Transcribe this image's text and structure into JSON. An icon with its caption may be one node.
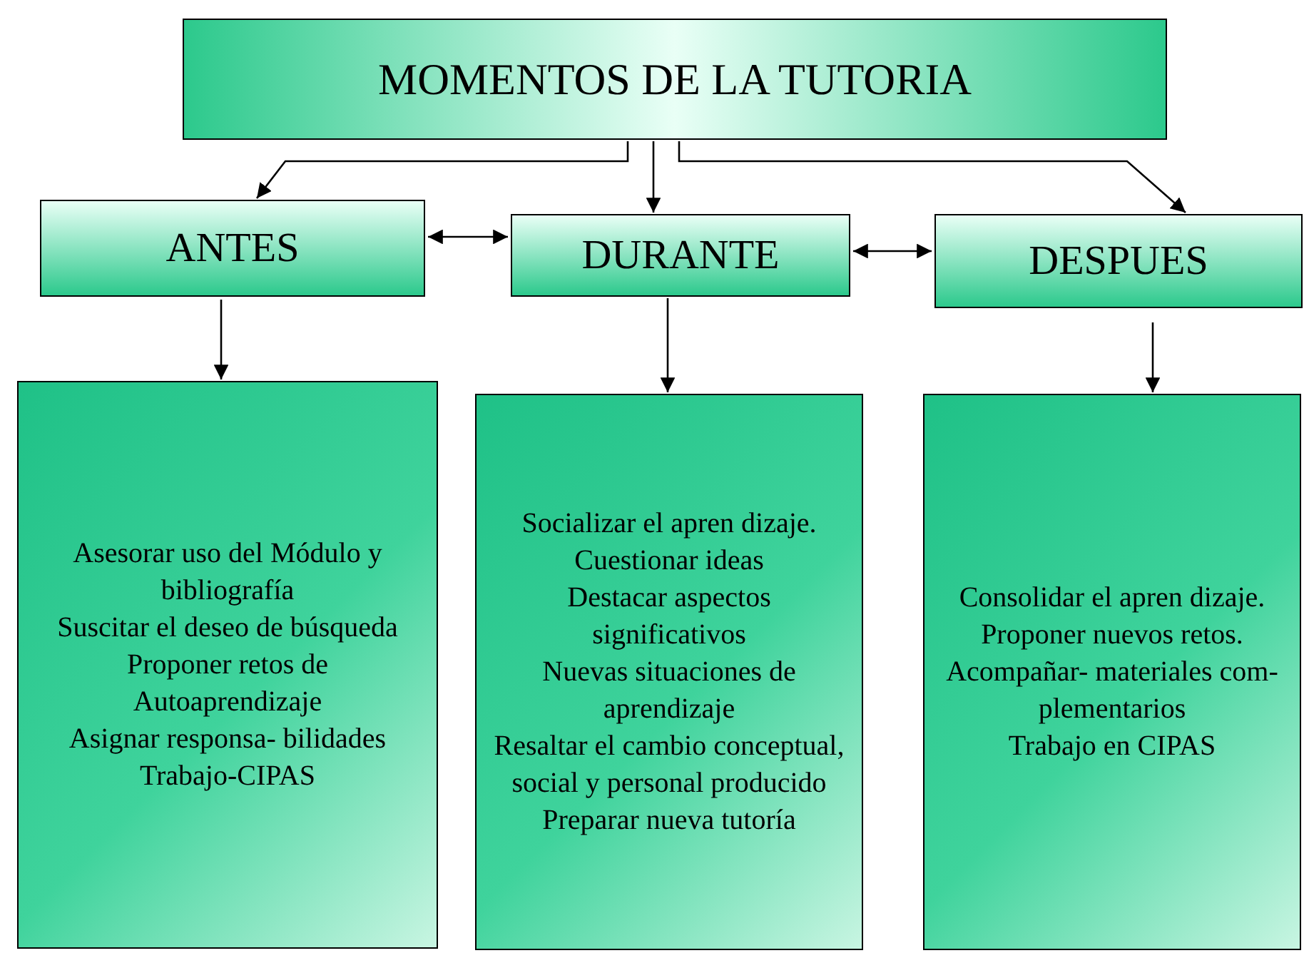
{
  "diagram": {
    "nodes": [
      {
        "text": [
          "MOMENTOS DE LA TUTORIA"
        ]
      },
      {
        "text": [
          "ANTES"
        ]
      },
      {
        "text": [
          "DURANTE"
        ]
      },
      {
        "text": [
          "DESPUES"
        ]
      },
      {
        "text": [
          "Asesorar uso del Módulo y bibliografía",
          "Suscitar el deseo de búsqueda",
          "Proponer retos de Autoaprendizaje",
          "Asignar responsa- bilidades",
          "Trabajo-CIPAS"
        ]
      },
      {
        "text": [
          "Socializar el apren dizaje.",
          "Cuestionar ideas",
          "Destacar aspectos significativos",
          "Nuevas situaciones de aprendizaje",
          "Resaltar el cambio conceptual, social y personal producido",
          "Preparar nueva tutoría"
        ]
      },
      {
        "text": [
          "Consolidar el apren dizaje.",
          "Proponer nuevos retos.",
          "Acompañar- materiales com- plementarios",
          "Trabajo en CIPAS"
        ]
      }
    ],
    "edges": [
      {
        "from": 0,
        "to": 1,
        "arrow": "to"
      },
      {
        "from": 0,
        "to": 2,
        "arrow": "to"
      },
      {
        "from": 0,
        "to": 3,
        "arrow": "to"
      },
      {
        "from": 1,
        "to": 2,
        "arrow": "both"
      },
      {
        "from": 2,
        "to": 3,
        "arrow": "both"
      },
      {
        "from": 1,
        "to": 4,
        "arrow": "to"
      },
      {
        "from": 2,
        "to": 5,
        "arrow": "to"
      },
      {
        "from": 3,
        "to": 6,
        "arrow": "to"
      }
    ]
  }
}
